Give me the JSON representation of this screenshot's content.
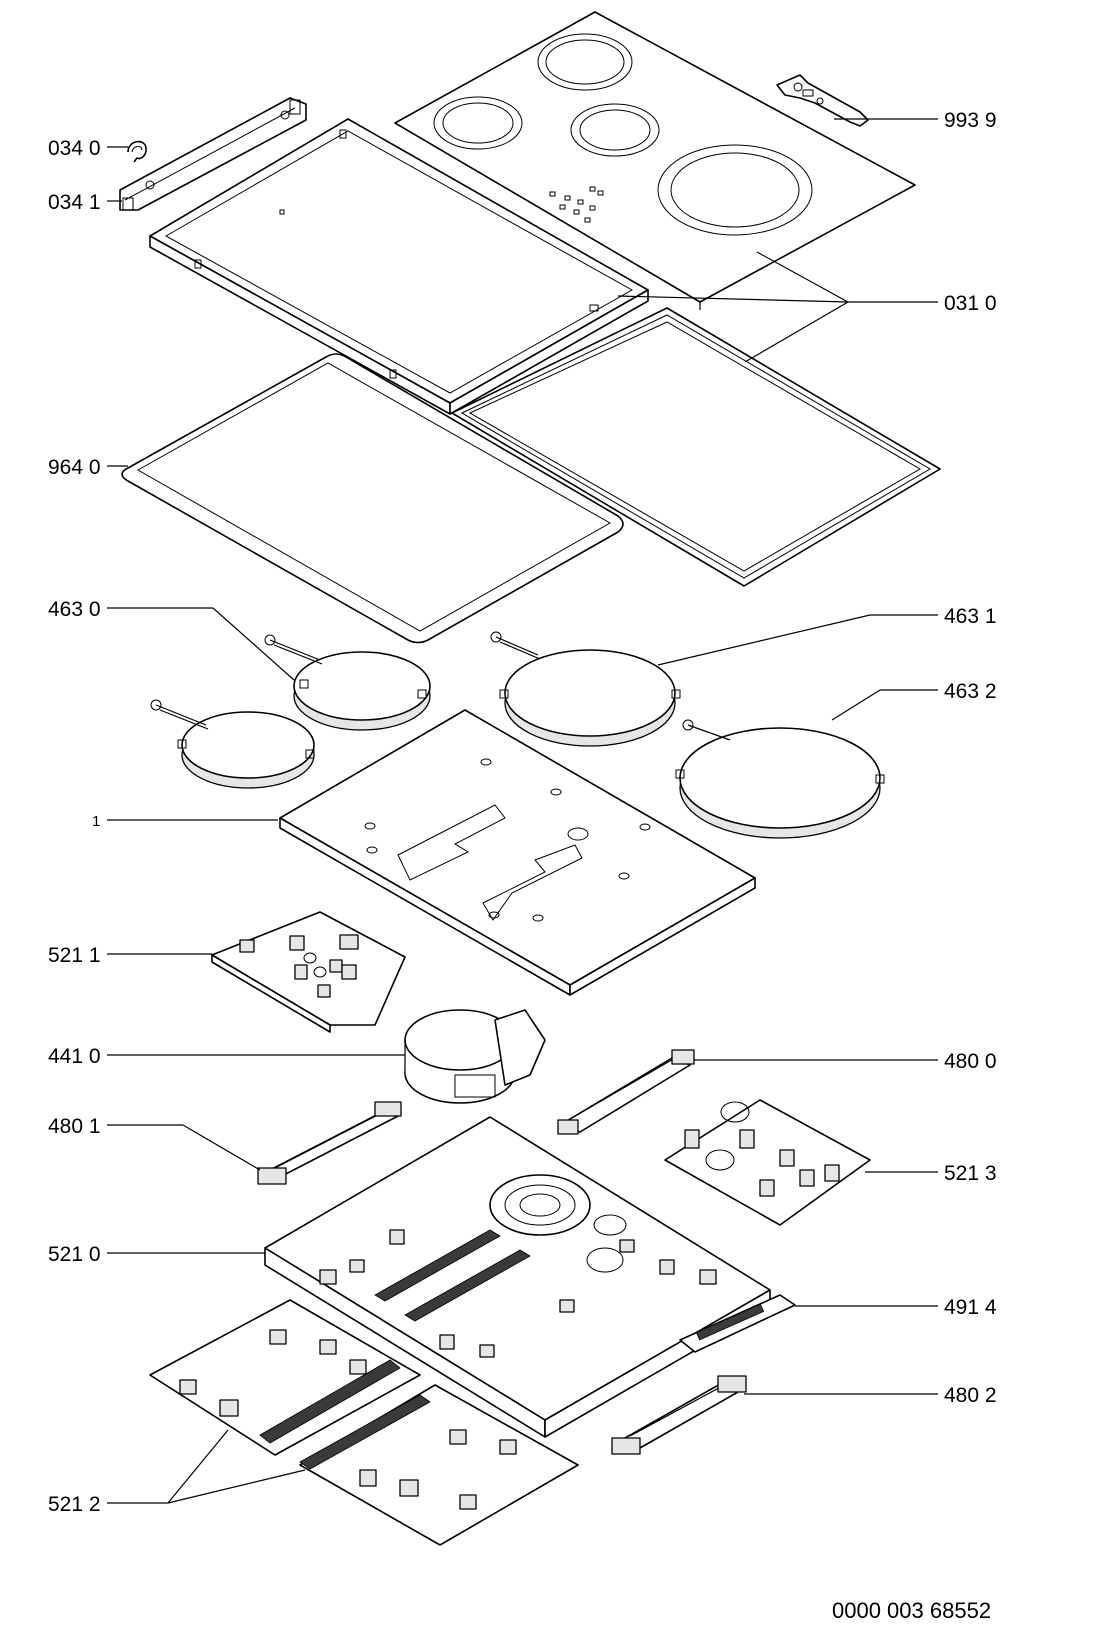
{
  "callouts": [
    {
      "id": "0340",
      "text": "034 0"
    },
    {
      "id": "0341",
      "text": "034 1"
    },
    {
      "id": "9939",
      "text": "993 9"
    },
    {
      "id": "0310",
      "text": "031 0"
    },
    {
      "id": "9640",
      "text": "964 0"
    },
    {
      "id": "4630",
      "text": "463 0"
    },
    {
      "id": "4631",
      "text": "463 1"
    },
    {
      "id": "4632",
      "text": "463 2"
    },
    {
      "id": "1",
      "text": "1"
    },
    {
      "id": "5211",
      "text": "521 1"
    },
    {
      "id": "4410",
      "text": "441 0"
    },
    {
      "id": "4800",
      "text": "480 0"
    },
    {
      "id": "4801",
      "text": "480 1"
    },
    {
      "id": "5213",
      "text": "521 3"
    },
    {
      "id": "5210",
      "text": "521 0"
    },
    {
      "id": "4914",
      "text": "491 4"
    },
    {
      "id": "4802",
      "text": "480 2"
    },
    {
      "id": "5212",
      "text": "521 2"
    }
  ],
  "document_number": "0000 003 68552"
}
